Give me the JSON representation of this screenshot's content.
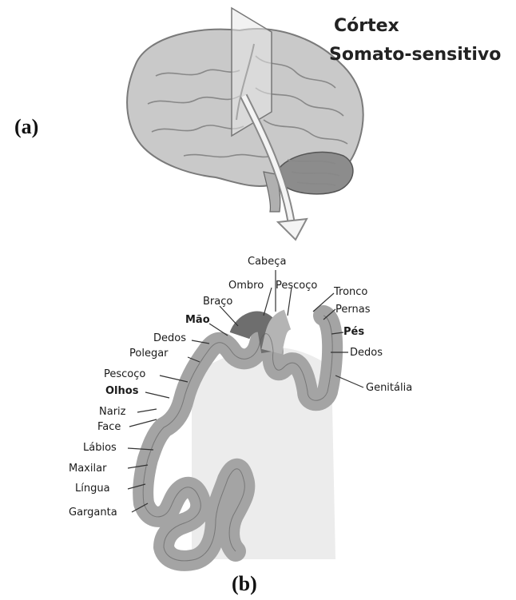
{
  "panel_a_label": "(a)",
  "panel_b_label": "(b)",
  "title_line1": "Córtex",
  "title_line2": "Somato-sensitivo",
  "regions": {
    "cabeca": "Cabeça",
    "ombro": "Ombro",
    "pescoco_top": "Pescoço",
    "tronco": "Tronco",
    "pernas": "Pernas",
    "braco": "Braço",
    "mao": "Mão",
    "pes": "Pés",
    "dedos_hand": "Dedos",
    "dedos_foot": "Dedos",
    "polegar": "Polegar",
    "pescoco_left": "Pescoço",
    "olhos": "Olhos",
    "genitalia": "Genitália",
    "nariz": "Nariz",
    "face": "Face",
    "labios": "Lábios",
    "maxilar": "Maxilar",
    "lingua": "Língua",
    "garganta": "Garganta"
  },
  "colors": {
    "brain": "#c9c9c9",
    "cortex_light": "#b4b4b4",
    "cortex_mid": "#9a9a9a",
    "cortex_dark": "#6e6e6e",
    "white_matter": "#ececec"
  }
}
